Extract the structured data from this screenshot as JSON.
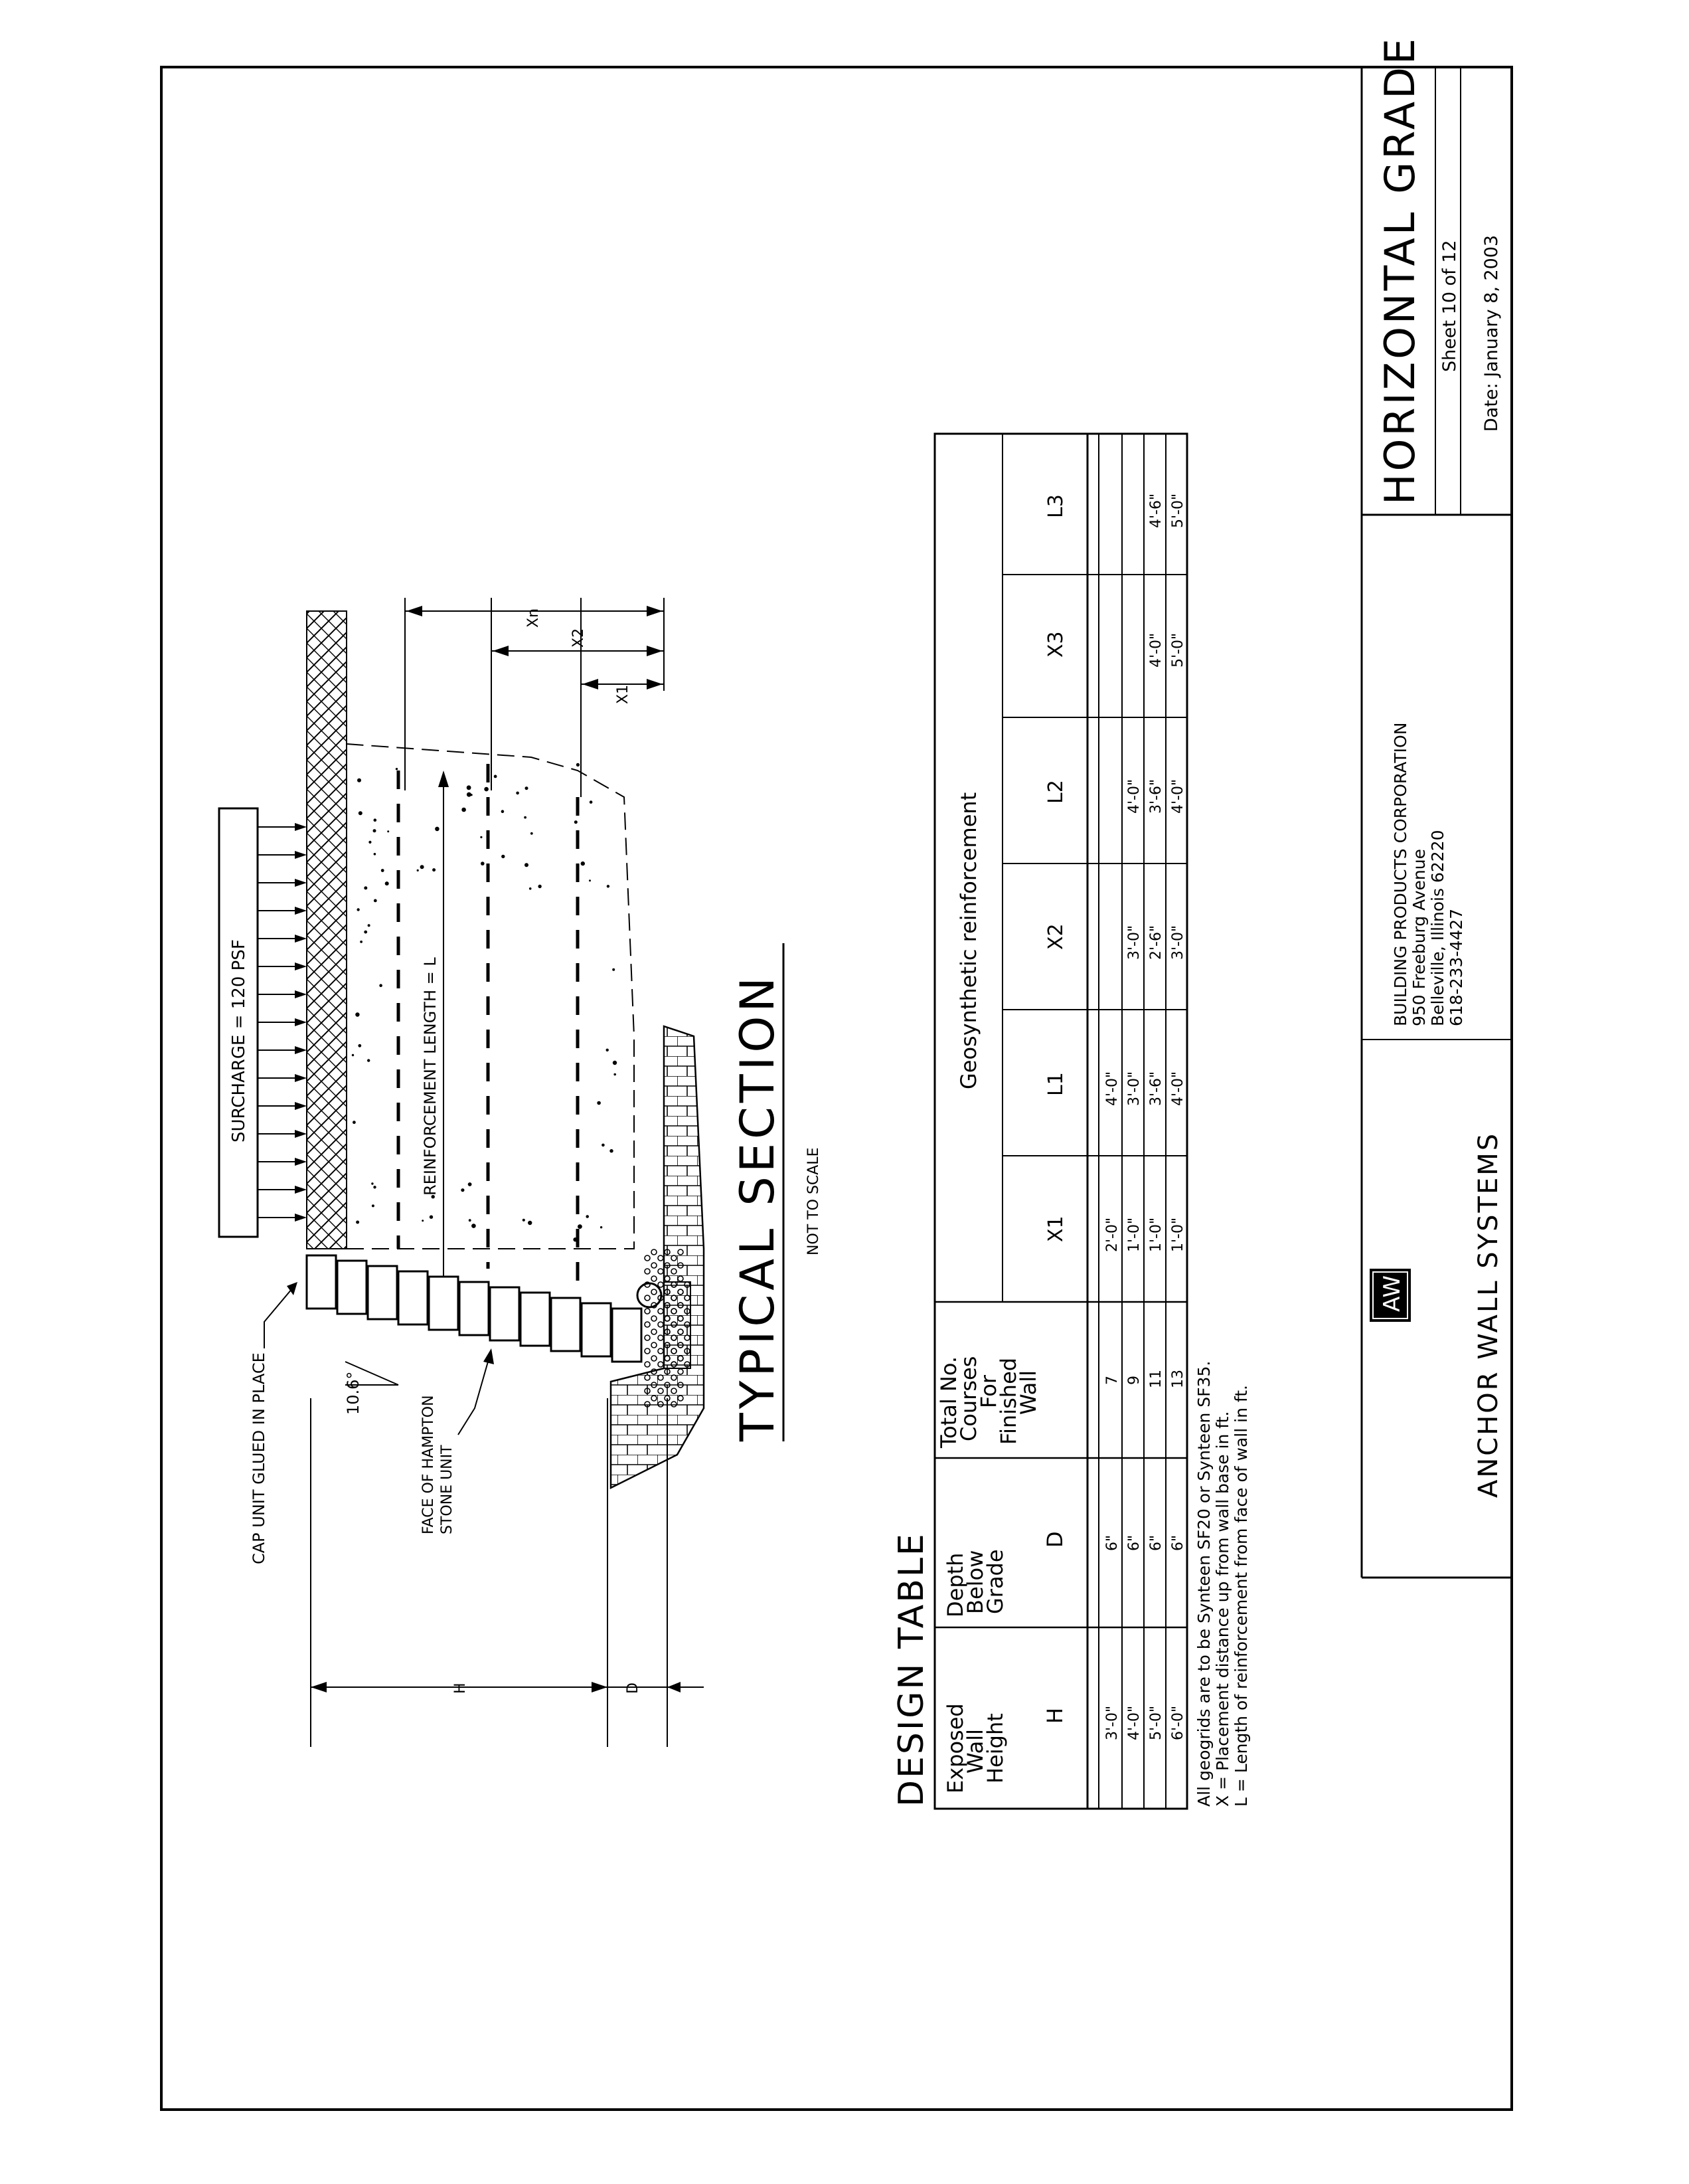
{
  "drawing": {
    "surcharge_label": "SURCHARGE = 120 PSF",
    "reinforcement_label": "REINFORCEMENT LENGTH = L",
    "cap_label": "CAP UNIT GLUED IN PLACE",
    "angle_label": "10.6°",
    "face_label_1": "FACE OF HAMPTON",
    "face_label_2": "STONE UNIT",
    "dim_h": "H",
    "dim_d": "D",
    "dim_xn": "Xn",
    "dim_x2": "X2",
    "dim_x1": "X1",
    "section_title": "TYPICAL SECTION",
    "section_subtitle": "NOT TO SCALE"
  },
  "design_table": {
    "title": "DESIGN TABLE",
    "col_h_lines": [
      "Exposed",
      "Wall",
      "Height"
    ],
    "col_h_symbol": "H",
    "col_d_lines": [
      "Depth",
      "Below",
      "Grade"
    ],
    "col_d_symbol": "D",
    "col_courses_lines": [
      "Total No.",
      "Courses",
      "For",
      "Finished",
      "Wall"
    ],
    "geo_header": "Geosynthetic reinforcement",
    "sub_headers": [
      "X1",
      "L1",
      "X2",
      "L2",
      "X3",
      "L3"
    ],
    "rows": [
      [
        "3'-0\"",
        "6\"",
        "7",
        "2'-0\"",
        "4'-0\"",
        "",
        "",
        "",
        ""
      ],
      [
        "4'-0\"",
        "6\"",
        "9",
        "1'-0\"",
        "3'-0\"",
        "3'-0\"",
        "4'-0\"",
        "",
        ""
      ],
      [
        "5'-0\"",
        "6\"",
        "11",
        "1'-0\"",
        "3'-6\"",
        "2'-6\"",
        "3'-6\"",
        "4'-0\"",
        "4'-6\""
      ],
      [
        "6'-0\"",
        "6\"",
        "13",
        "1'-0\"",
        "4'-0\"",
        "3'-0\"",
        "4'-0\"",
        "5'-0\"",
        "5'-0\""
      ]
    ]
  },
  "notes": [
    "All geogrids are to be Synteen SF20 or Synteen SF35.",
    "X = Placement distance up from wall base in ft.",
    "L = Length of reinforcement from face of wall in ft."
  ],
  "title_block": {
    "company": "ANCHOR WALL SYSTEMS",
    "logo_letters": "AW",
    "address": [
      "BUILDING PRODUCTS CORPORATION",
      "950 Freeburg Avenue",
      "Belleville, Illinois 62220",
      "618-233-4427"
    ],
    "sheet_title": "HORIZONTAL GRADE",
    "sheet_number": "Sheet 10 of 12",
    "date": "Date: January 8, 2003"
  }
}
